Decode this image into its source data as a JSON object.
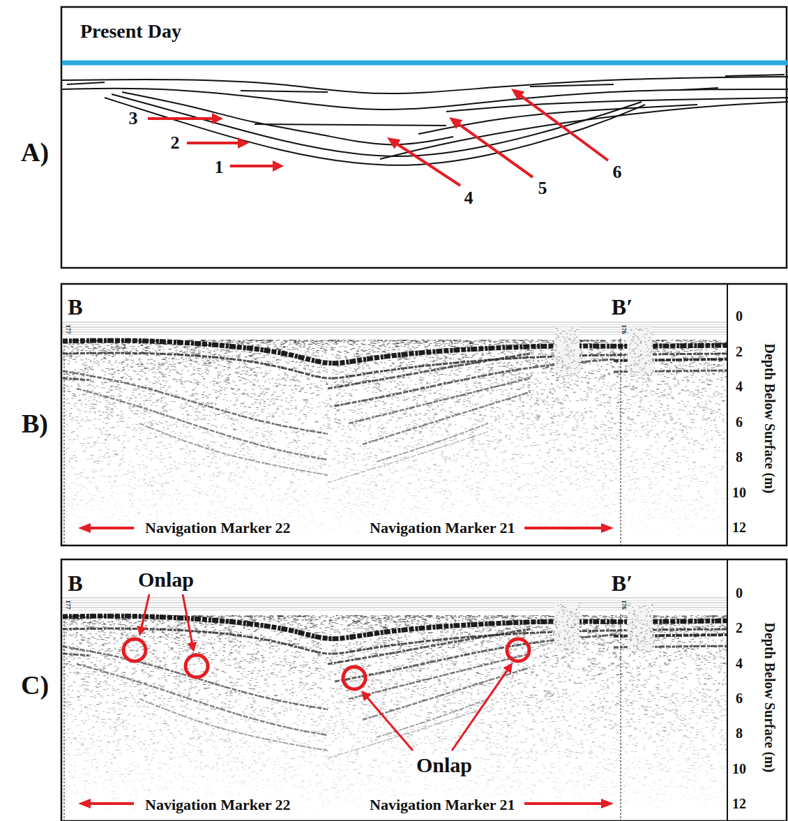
{
  "diagram": {
    "labels": [
      "A)",
      "Present Day",
      "3",
      "2",
      "1",
      "4",
      "5",
      "6",
      "B)",
      "B",
      "B′",
      "177",
      "176",
      "0",
      "2",
      "4",
      "6",
      "8",
      "10",
      "12",
      "Depth Below Surface (m)",
      "Navigation Marker 22",
      "Navigation Marker 21",
      "C)",
      "B",
      "B′",
      "177",
      "176",
      "Onlap",
      "Onlap",
      "0",
      "2",
      "4",
      "6",
      "8",
      "10",
      "12",
      "Depth Below Surface (m)",
      "Navigation Marker 22",
      "Navigation Marker 21"
    ]
  }
}
